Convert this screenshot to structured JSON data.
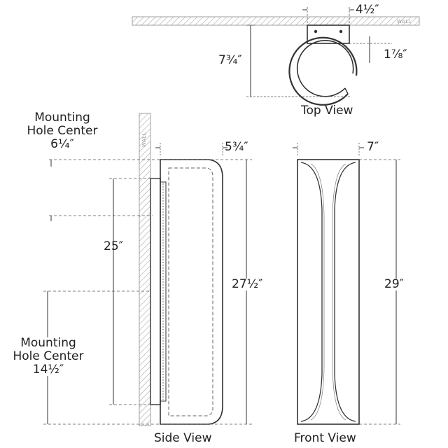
{
  "top_view": {
    "title": "Top View",
    "depth": "7¾″",
    "backplate_width": "4½″",
    "side_offset": "1⅞″",
    "wall_tag": "WALL"
  },
  "side_view": {
    "title": "Side View",
    "projection": "5¾″",
    "backplate_height": "25″",
    "overall_height": "27½″",
    "wall_tag": "WALL",
    "mounting_hole_top": {
      "line1": "Mounting",
      "line2": "Hole Center",
      "value": "6¼″"
    },
    "mounting_hole_bottom": {
      "line1": "Mounting",
      "line2": "Hole Center",
      "value": "14½″"
    }
  },
  "front_view": {
    "title": "Front View",
    "width": "7″",
    "height": "29″"
  }
}
